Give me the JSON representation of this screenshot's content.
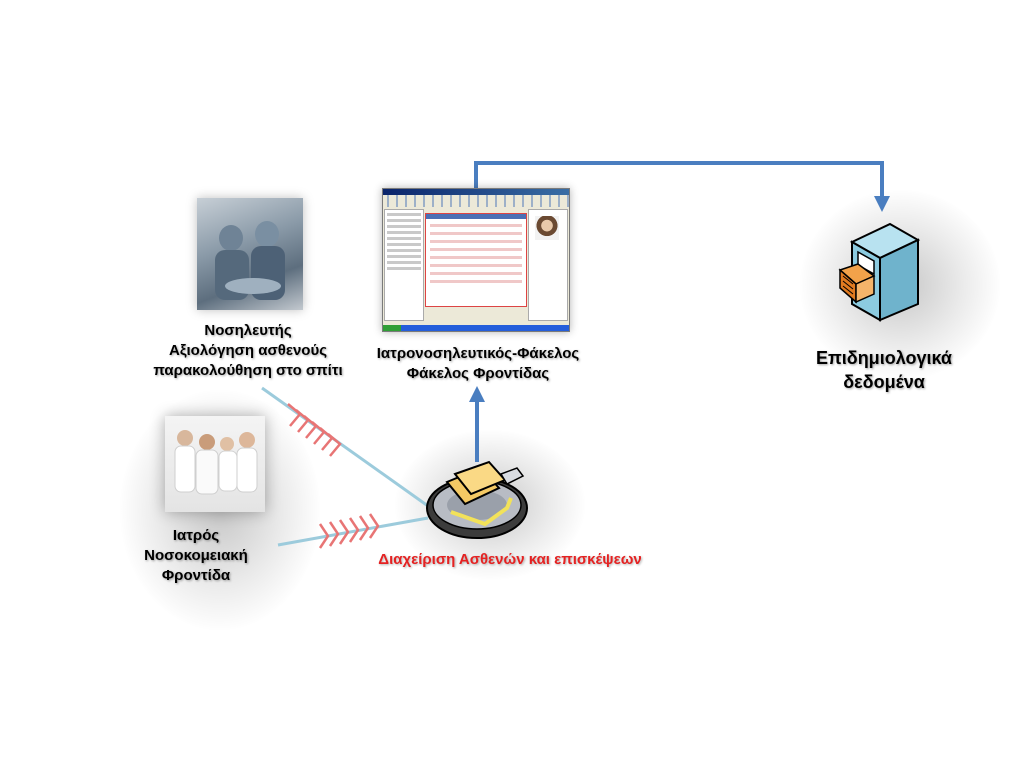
{
  "nodes": {
    "nurse": {
      "line1": "Νοσηλευτής",
      "line2": "Αξιολόγηση ασθενούς",
      "line3": "παρακολούθηση στο σπίτι"
    },
    "record": {
      "line1": "Ιατρονοσηλευτικός-Φάκελος",
      "line2": "Φάκελος Φροντίδας"
    },
    "epidemiology": {
      "line1": "Επιδημιολογικά",
      "line2": "δεδομένα"
    },
    "doctor": {
      "line1": "Ιατρός",
      "line2": "Νοσοκομειακή",
      "line3": "Φροντίδα"
    },
    "management": {
      "label": "Διαχείριση Ασθενών και επισκέψεων"
    }
  },
  "icons": {
    "nurse_photo": "surgeons-photo",
    "team_photo": "medical-team-photo",
    "app_screenshot": "application-screenshot",
    "cabinet": "filing-cabinet-icon",
    "folder": "folder-disc-icon"
  },
  "colors": {
    "arrow": "#4a7ec0",
    "link_line": "#9ccbdc",
    "chevron": "#e87575",
    "management_label": "#e52222",
    "cabinet": "#8ccbe0"
  }
}
